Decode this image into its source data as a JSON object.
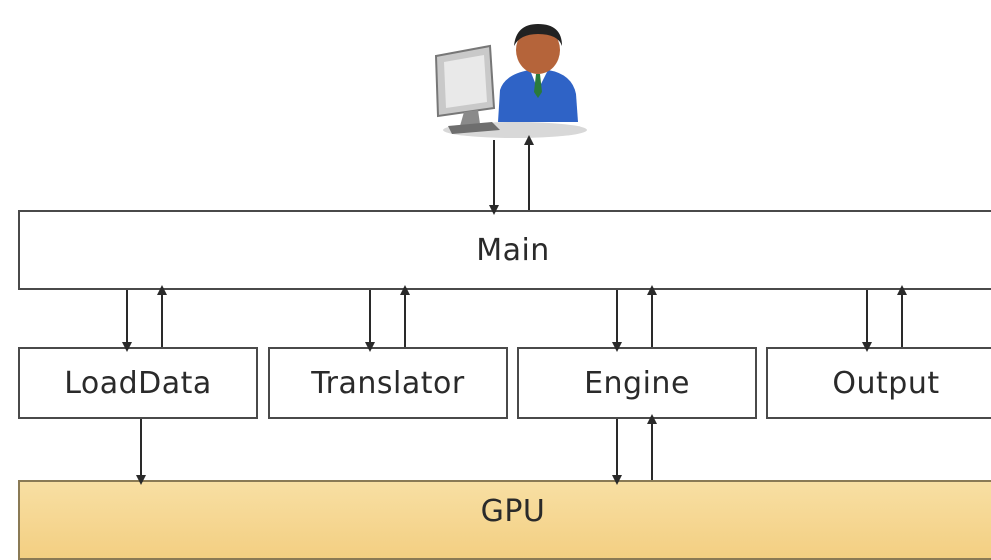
{
  "diagram": {
    "user_icon": "user-at-computer-icon",
    "main_label": "Main",
    "modules": [
      "LoadData",
      "Translator",
      "Engine",
      "Output"
    ],
    "gpu_label": "GPU",
    "colors": {
      "gpu_fill": "#f5d48f",
      "stroke": "#2a2a2a"
    }
  }
}
